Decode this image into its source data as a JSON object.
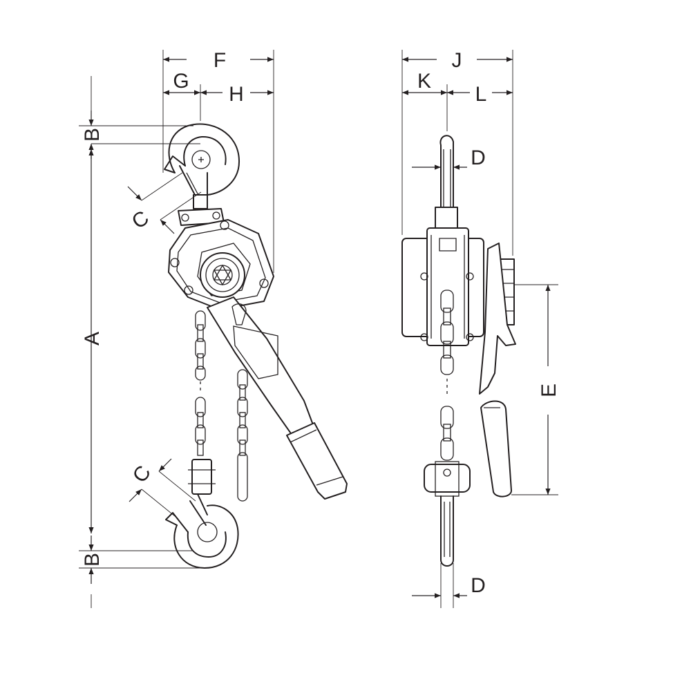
{
  "dimensions": {
    "A": "A",
    "B_top": "B",
    "B_bottom": "B",
    "C_top": "C",
    "C_bottom": "C",
    "D_top": "D",
    "D_bottom": "D",
    "E": "E",
    "F": "F",
    "G": "G",
    "H": "H",
    "J": "J",
    "K": "K",
    "L": "L"
  },
  "colors": {
    "line": "#231f20",
    "background": "#ffffff"
  }
}
